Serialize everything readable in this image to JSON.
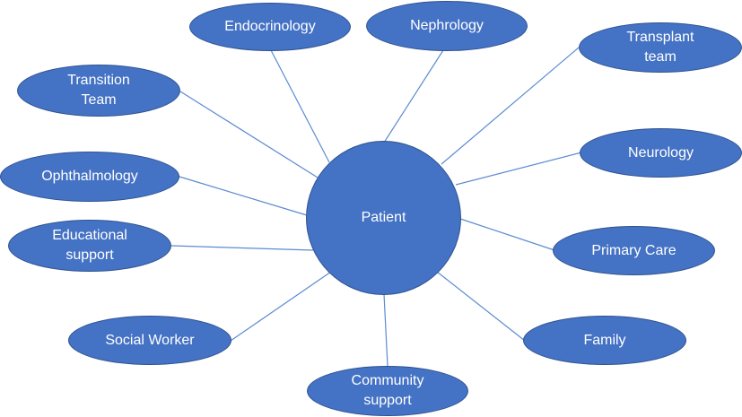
{
  "diagram": {
    "center": {
      "id": "patient",
      "label": "Patient"
    },
    "nodes": [
      {
        "id": "endocrinology",
        "label": "Endocrinology"
      },
      {
        "id": "nephrology",
        "label": "Nephrology"
      },
      {
        "id": "transplant-team",
        "label": "Transplant\nteam"
      },
      {
        "id": "transition-team",
        "label": "Transition\nTeam"
      },
      {
        "id": "neurology",
        "label": "Neurology"
      },
      {
        "id": "ophthalmology",
        "label": "Ophthalmology"
      },
      {
        "id": "educational-support",
        "label": "Educational\nsupport"
      },
      {
        "id": "primary-care",
        "label": "Primary Care"
      },
      {
        "id": "social-worker",
        "label": "Social Worker"
      },
      {
        "id": "family",
        "label": "Family"
      },
      {
        "id": "community-support",
        "label": "Community\nsupport"
      }
    ],
    "colors": {
      "node_fill": "#4472c4",
      "node_border": "#2f528f",
      "connector": "#5b8bd0",
      "label": "#ffffff"
    }
  }
}
